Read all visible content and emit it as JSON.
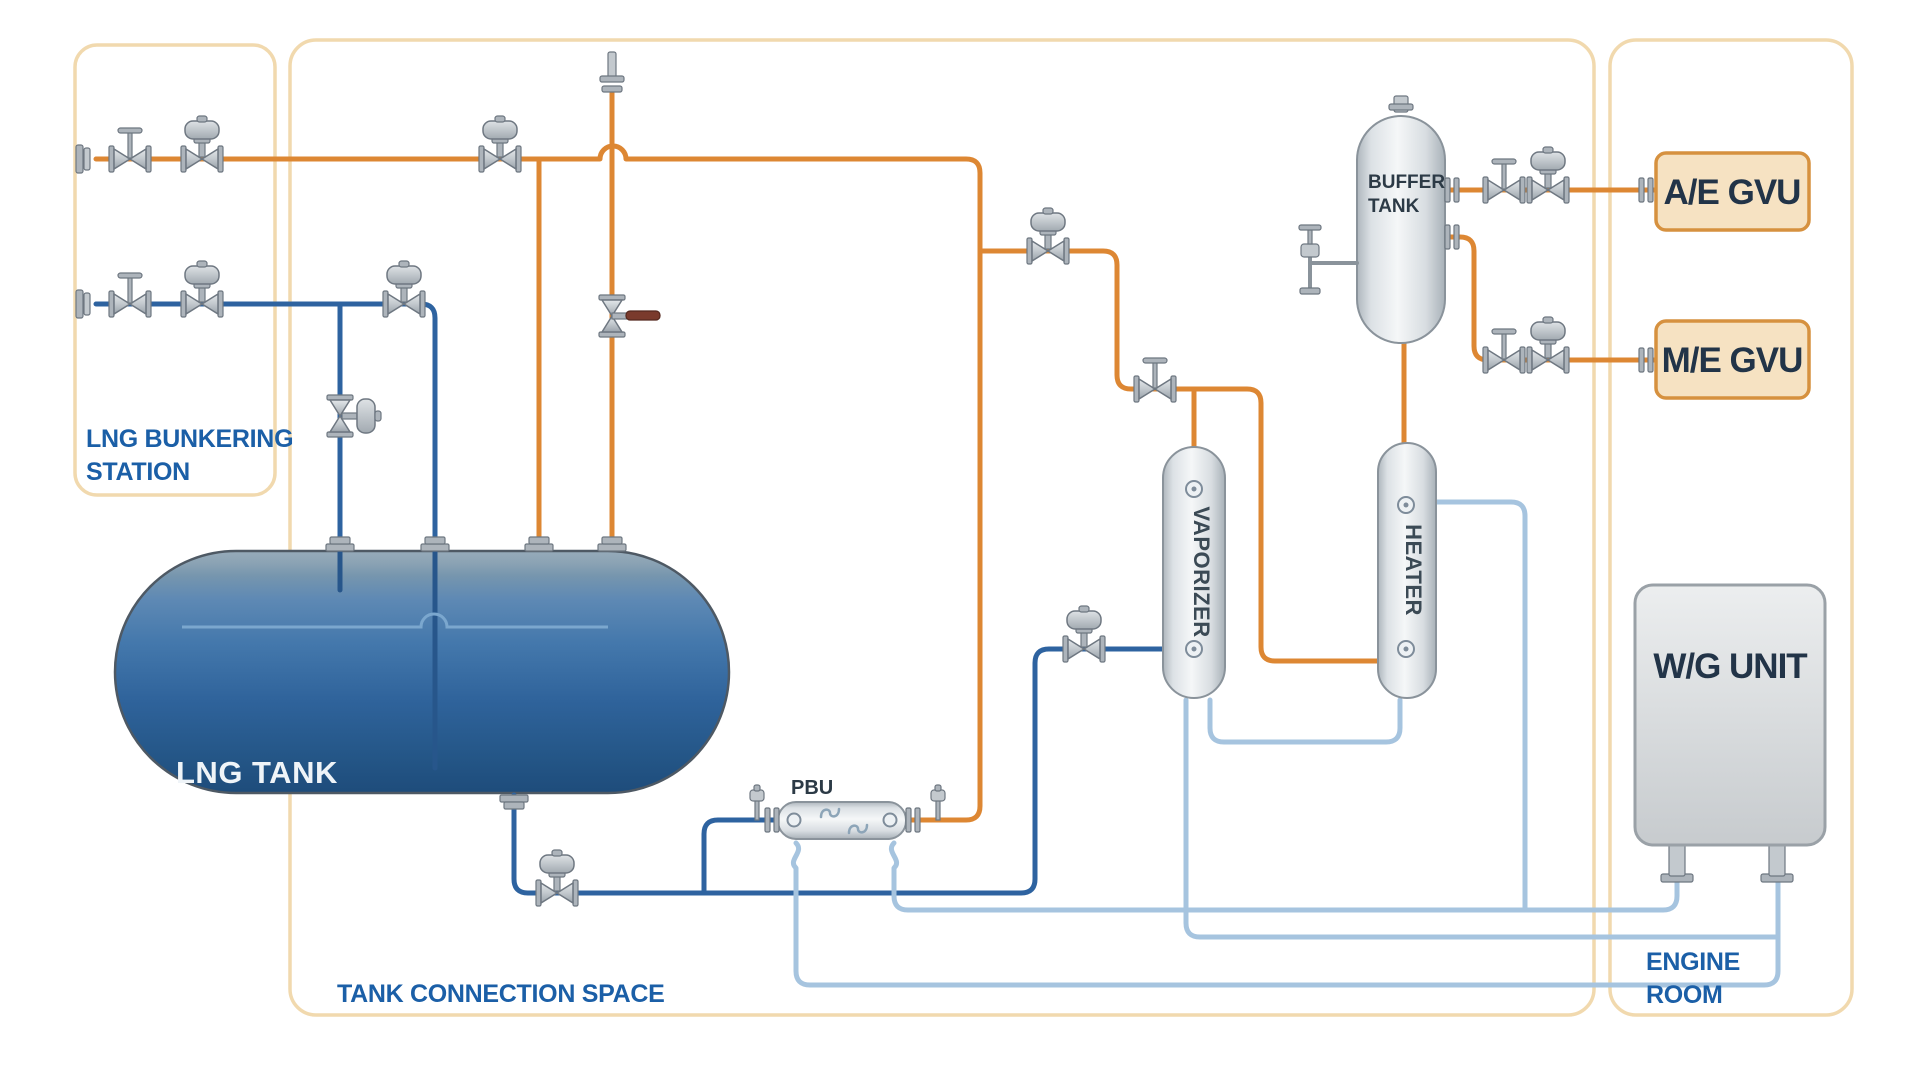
{
  "zones": {
    "bunkering": {
      "line1": "LNG BUNKERING",
      "line2": "STATION"
    },
    "tcs": {
      "label": "TANK CONNECTION SPACE"
    },
    "engine_room": {
      "line1": "ENGINE",
      "line2": "ROOM"
    }
  },
  "equipment": {
    "lng_tank": "LNG TANK",
    "pbu": "PBU",
    "vaporizer": "VAPORIZER",
    "heater": "HEATER",
    "buffer_line1": "BUFFER",
    "buffer_line2": "TANK",
    "ae_gvu": "A/E GVU",
    "me_gvu": "M/E GVU",
    "wg_unit": "W/G UNIT"
  },
  "colors": {
    "gas_pipe_orange": "#DD8733",
    "lng_pipe_blue": "#2E63A0",
    "glycol_pipe_light_blue": "#A6C4DF",
    "zone_border_tan": "#F1D9AE",
    "zone_label_blue": "#1B5FA7",
    "gvu_box_fill": "#F6E2C2",
    "gvu_box_border": "#D6913F",
    "tank_blue_dark": "#1E4C7B",
    "equipment_label_dark": "#2C3A46",
    "valve_handle_brown": "#7A3A2C"
  }
}
